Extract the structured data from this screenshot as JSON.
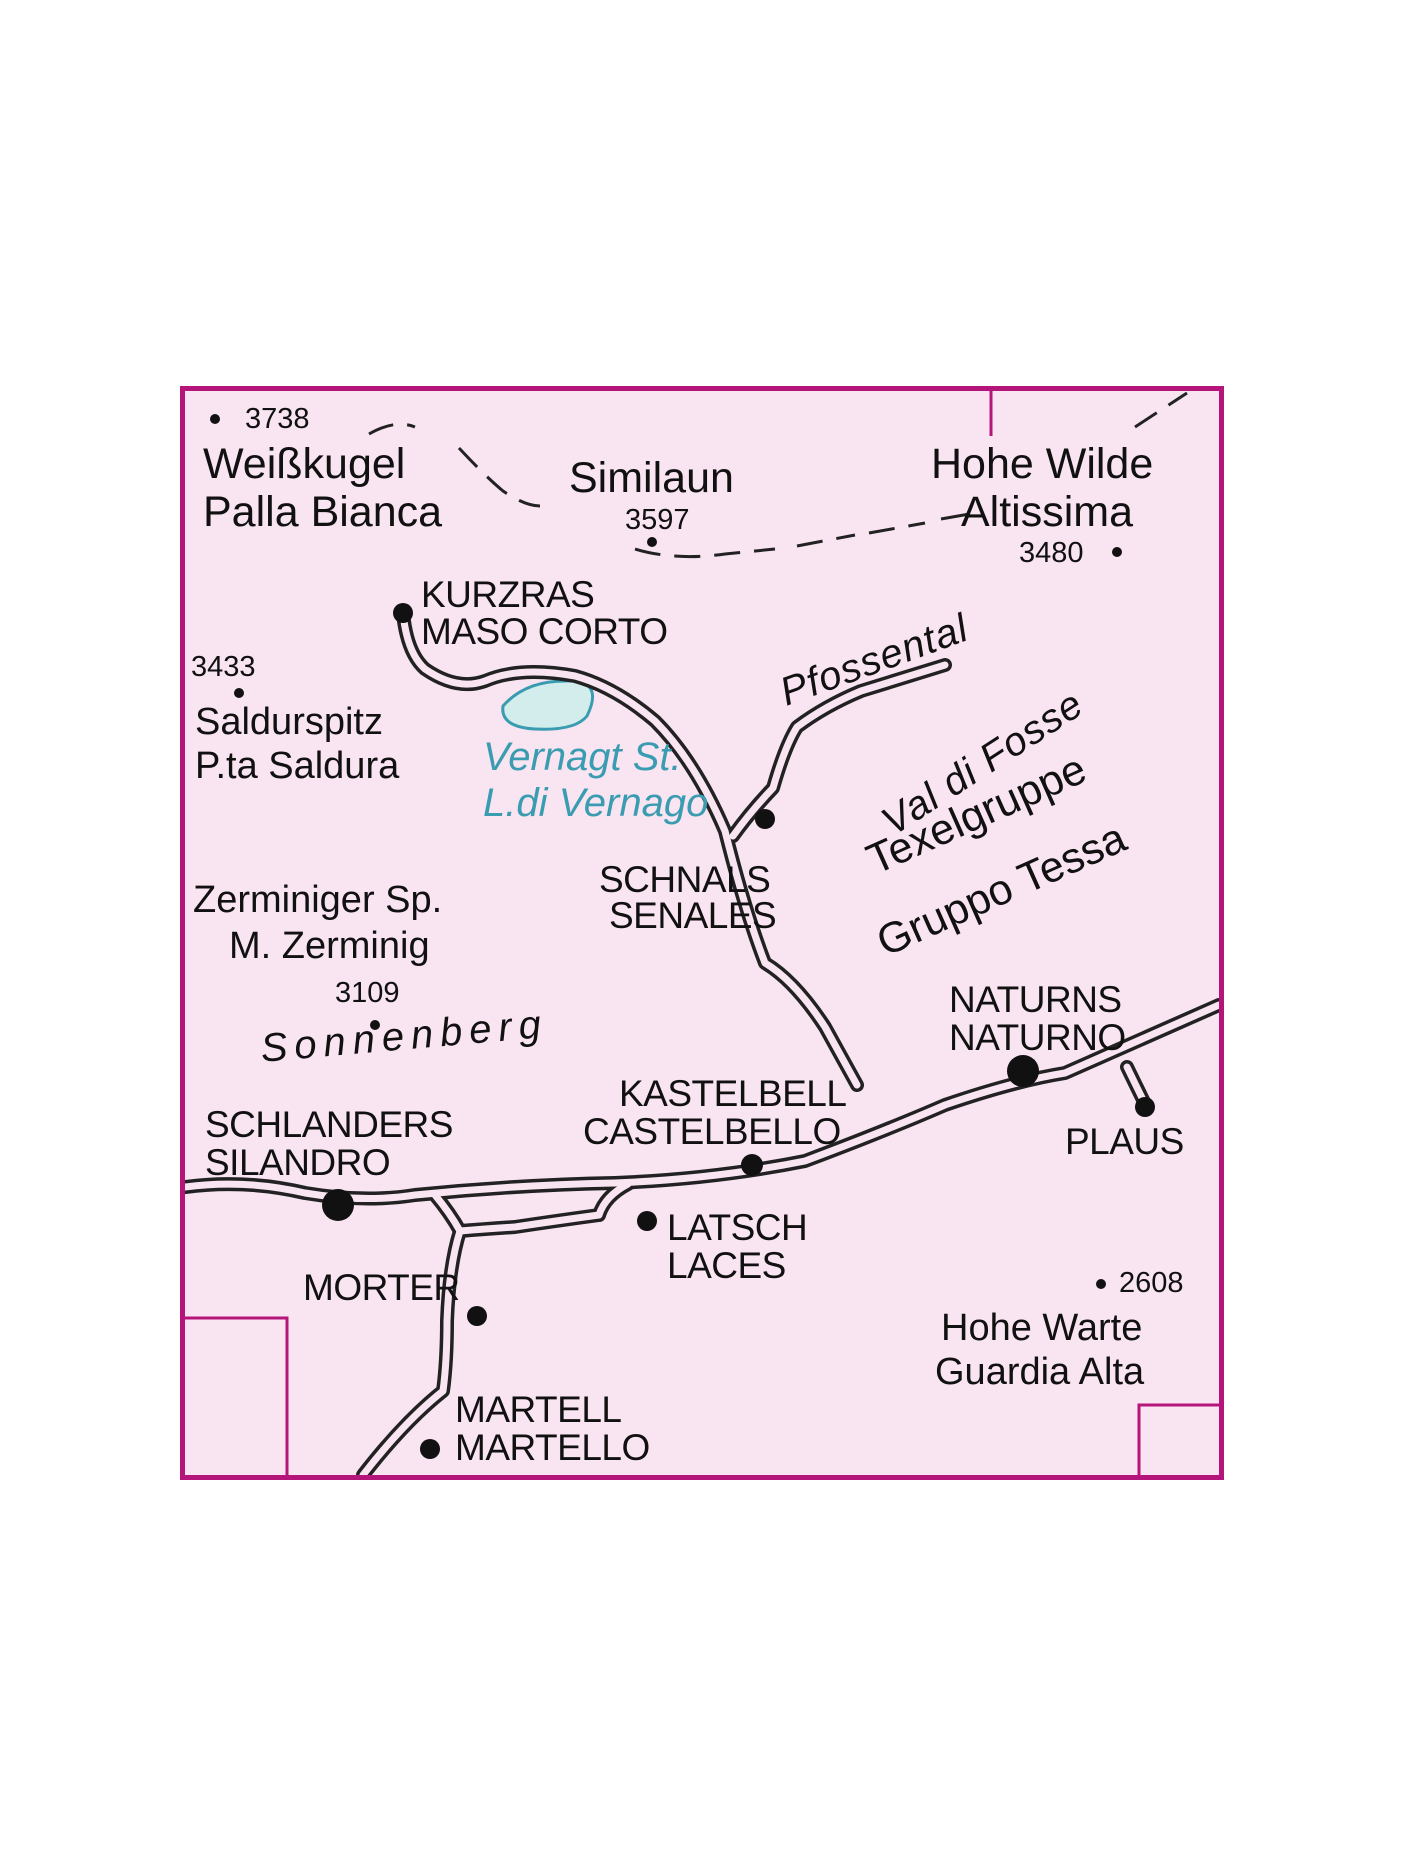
{
  "colors": {
    "frame_border": "#b5157a",
    "map_background": "#f9e4f1",
    "road": "#222222",
    "road_fill": "#f9e4f1",
    "lake_fill": "#d3ecec",
    "lake_text": "#3a9cb0",
    "text": "#111111"
  },
  "labels": {
    "elev_3738": "3738",
    "weisskugel": "Weißkugel",
    "palla_bianca": "Palla Bianca",
    "similaun": "Similaun",
    "elev_3597": "3597",
    "hohe_wilde": "Hohe Wilde",
    "altissima": "Altissima",
    "elev_3480": "3480",
    "kurzras": "KURZRAS",
    "maso_corto": "MASO CORTO",
    "elev_3433": "3433",
    "saldurspitz": "Saldurspitz",
    "p_ta_saldura": "P.ta Saldura",
    "pfossental": "Pfossental",
    "val_di_fosse": "Val di Fosse",
    "vernagt_st": "Vernagt St.",
    "l_di_vernago": "L.di Vernago",
    "texelgruppe": "Texelgruppe",
    "gruppo_tessa": "Gruppo Tessa",
    "schnals": "SCHNALS",
    "senales": "SENALES",
    "zerminiger_sp": "Zerminiger Sp.",
    "m_zerminig": "M. Zerminig",
    "elev_3109": "3109",
    "sonnenberg": "Sonnenberg",
    "naturns": "NATURNS",
    "naturno": "NATURNO",
    "kastelbell": "KASTELBELL",
    "castelbello": "CASTELBELLO",
    "schlanders": "SCHLANDERS",
    "silandro": "SILANDRO",
    "plaus": "PLAUS",
    "latsch": "LATSCH",
    "laces": "LACES",
    "morter": "MORTER",
    "elev_2608": "2608",
    "hohe_warte": "Hohe Warte",
    "guardia_alta": "Guardia Alta",
    "martell": "MARTELL",
    "martello": "MARTELLO"
  }
}
